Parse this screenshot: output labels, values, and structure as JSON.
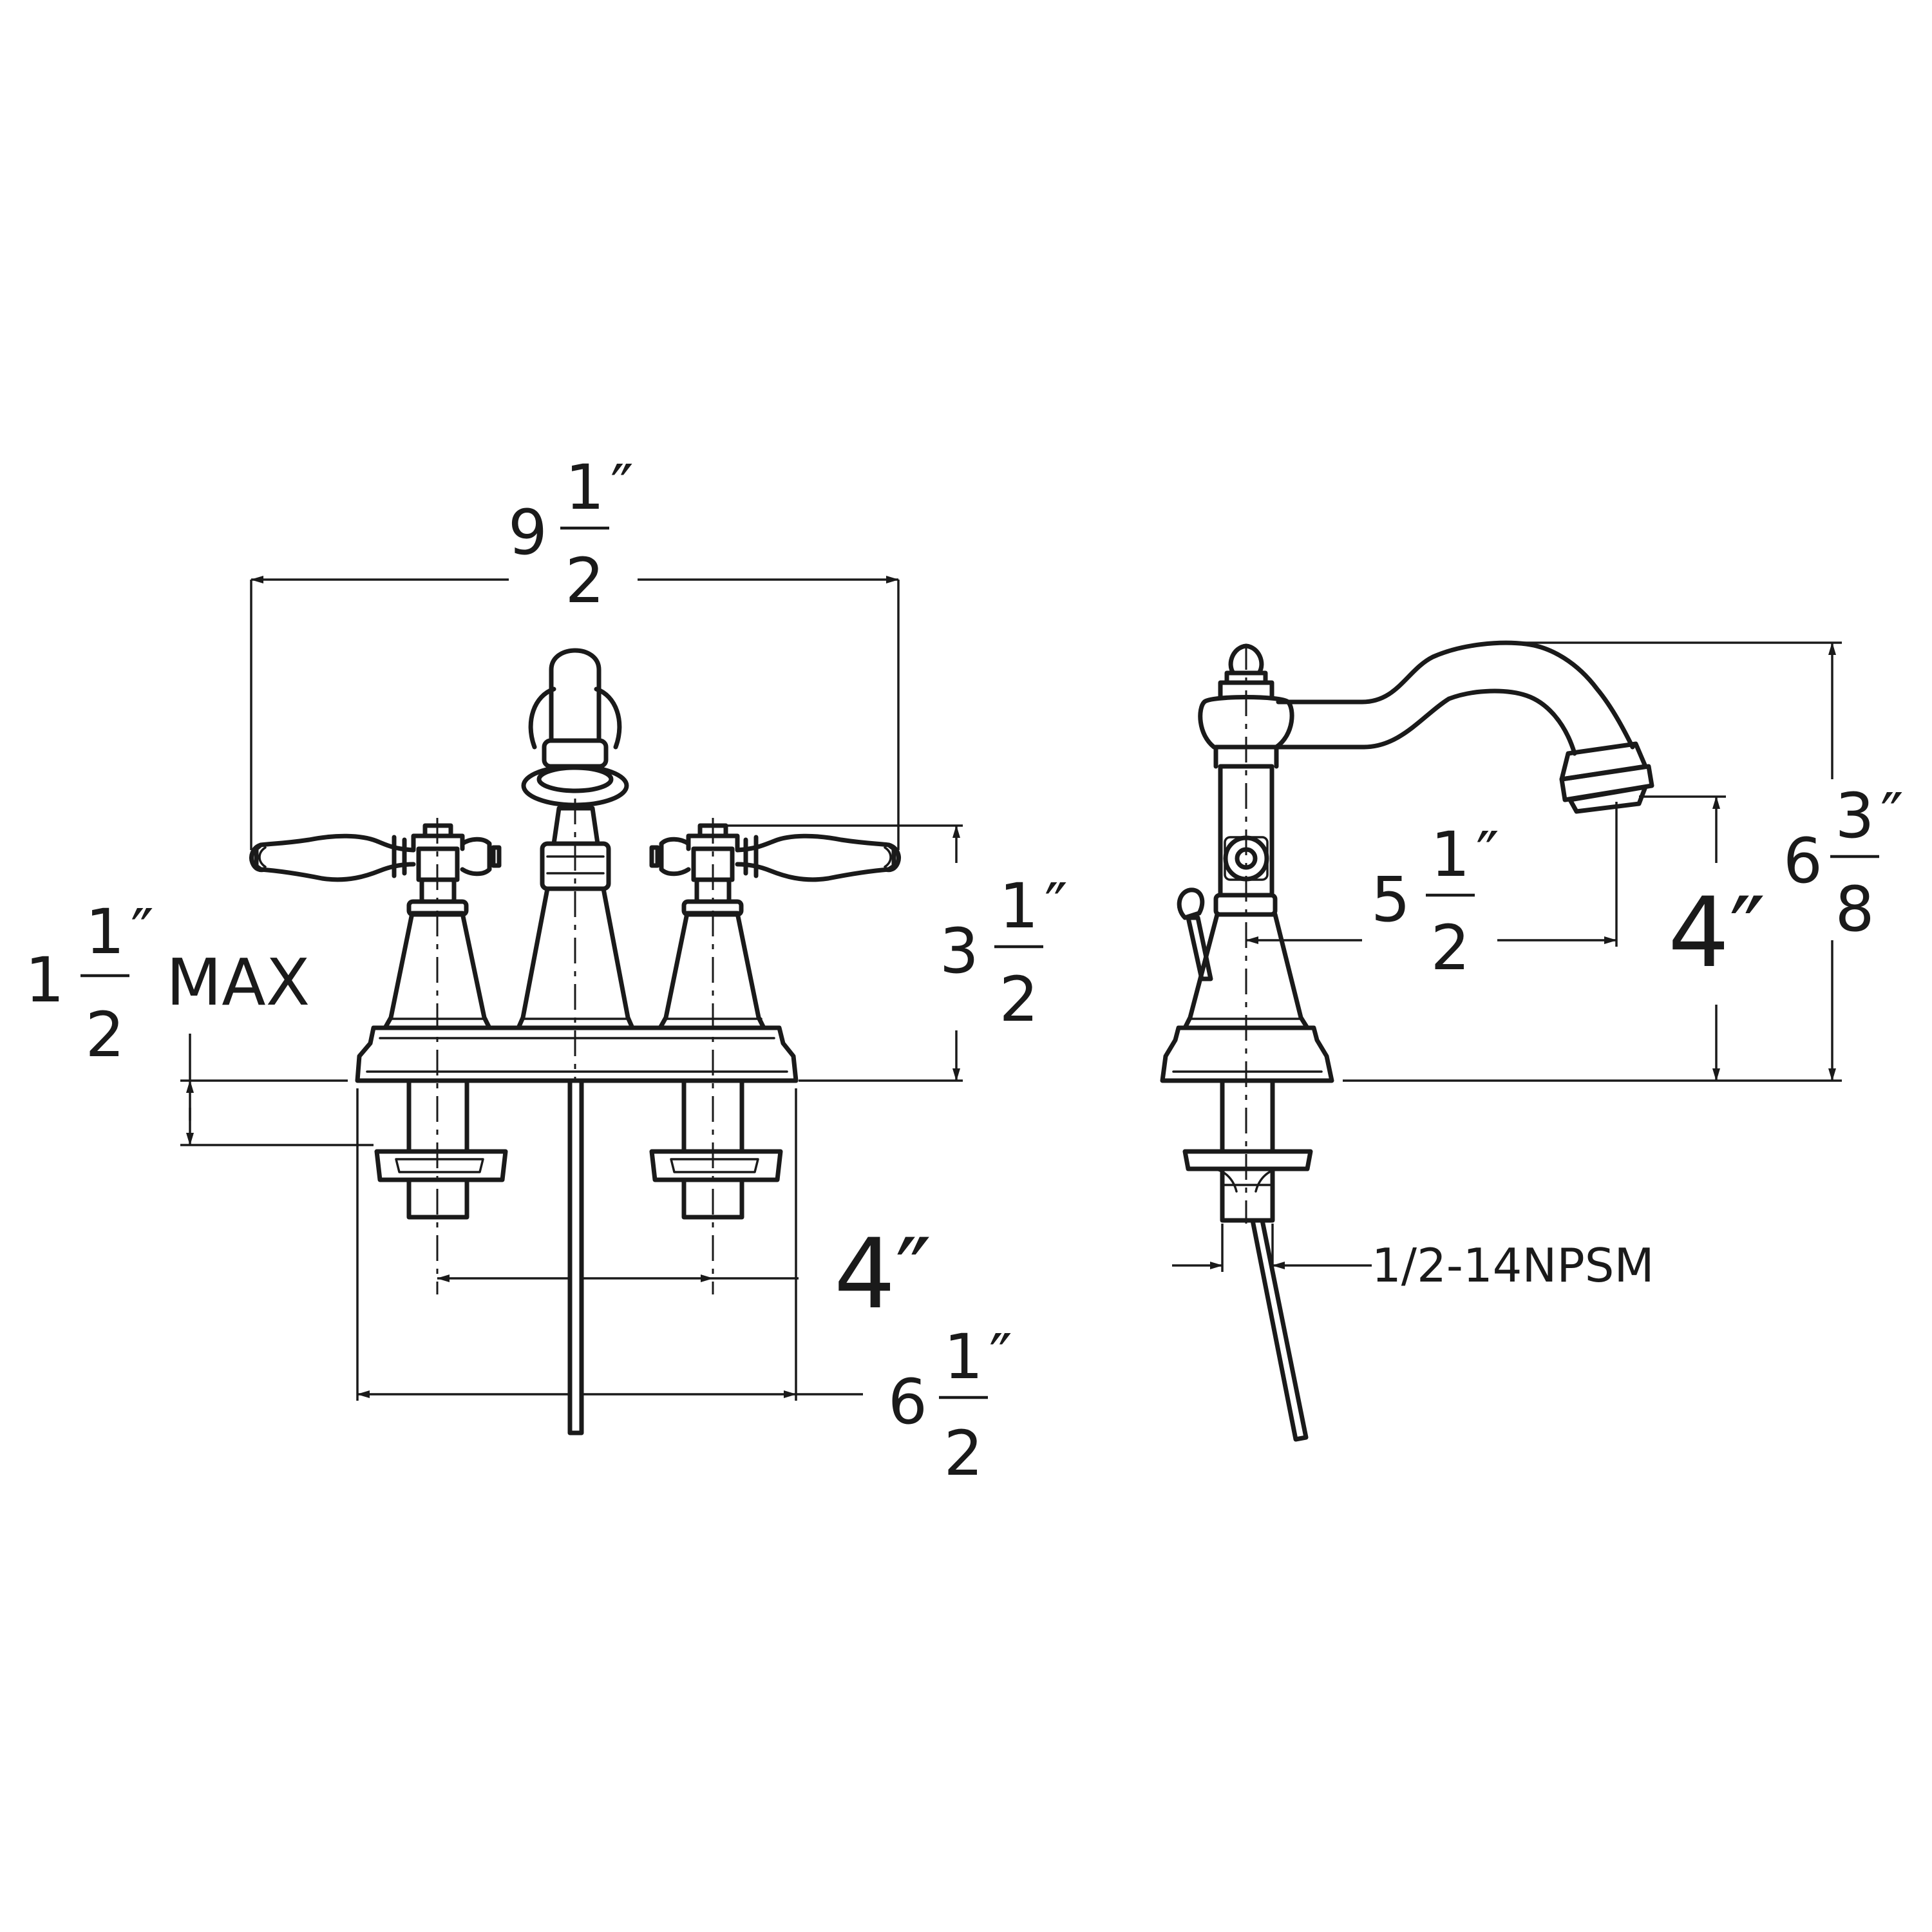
{
  "front_view": {
    "overall_width": {
      "whole": "9",
      "num": "1",
      "den": "2",
      "mark": "″"
    },
    "handle_height": {
      "whole": "3",
      "num": "1",
      "den": "2",
      "mark": "″"
    },
    "deck_max": {
      "whole": "1",
      "num": "1",
      "den": "2",
      "mark": "″",
      "suffix": "MAX"
    },
    "center_spacing": {
      "value": "4″"
    },
    "base_width": {
      "whole": "6",
      "num": "1",
      "den": "2",
      "mark": "″"
    }
  },
  "side_view": {
    "spout_reach": {
      "whole": "5",
      "num": "1",
      "den": "2",
      "mark": "″"
    },
    "spout_clearance": {
      "value": "4″"
    },
    "overall_height": {
      "whole": "6",
      "num": "3",
      "den": "8",
      "mark": "″"
    },
    "thread_spec": "1/2-14NPSM"
  }
}
